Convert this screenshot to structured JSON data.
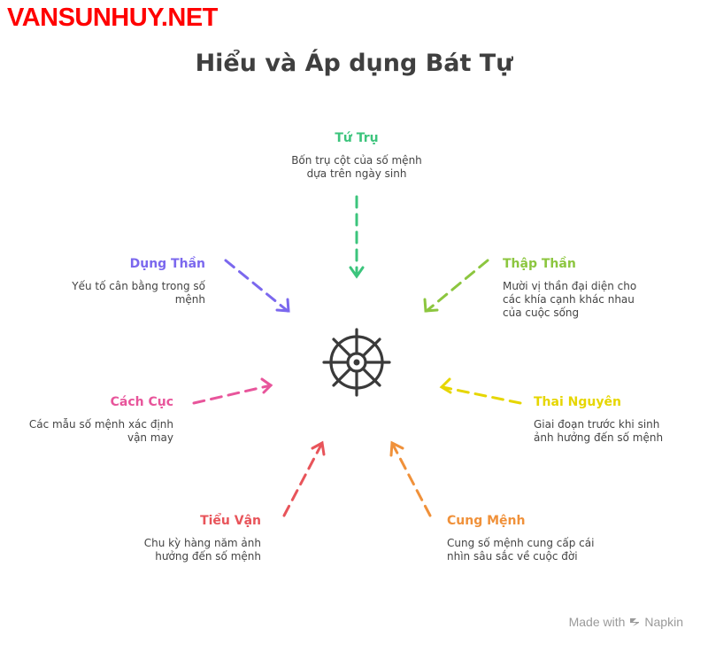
{
  "brand": "VANSUNHUY.NET",
  "title": "Hiểu và Áp dụng Bát Tự",
  "nodes": {
    "tu_tru": {
      "title": "Tứ Trụ",
      "desc": "Bốn trụ cột của số mệnh\ndựa trên ngày sinh",
      "color": "#3cc47c"
    },
    "thap_than": {
      "title": "Thập Thần",
      "desc": "Mười vị thần đại diện cho\ncác khía cạnh khác nhau\ncủa cuộc sống",
      "color": "#8cc63f"
    },
    "thai_nguyen": {
      "title": "Thai Nguyên",
      "desc": "Giai đoạn trước khi sinh\nảnh hưởng đến số mệnh",
      "color": "#e6d600"
    },
    "cung_menh": {
      "title": "Cung Mệnh",
      "desc": "Cung số mệnh cung cấp cái\nnhìn sâu sắc về cuộc đời",
      "color": "#f0913a"
    },
    "tieu_van": {
      "title": "Tiểu Vận",
      "desc": "Chu kỳ hàng năm ảnh\nhưởng đến số mệnh",
      "color": "#e8545a"
    },
    "cach_cuc": {
      "title": "Cách Cục",
      "desc": "Các mẫu số mệnh xác định\nvận may",
      "color": "#e8559b"
    },
    "dung_than": {
      "title": "Dụng Thần",
      "desc": "Yếu tố cân bằng trong số\nmệnh",
      "color": "#7b68ee"
    }
  },
  "center_icon": "ship-wheel-icon",
  "footer": {
    "made_with": "Made with",
    "tool": "Napkin"
  }
}
